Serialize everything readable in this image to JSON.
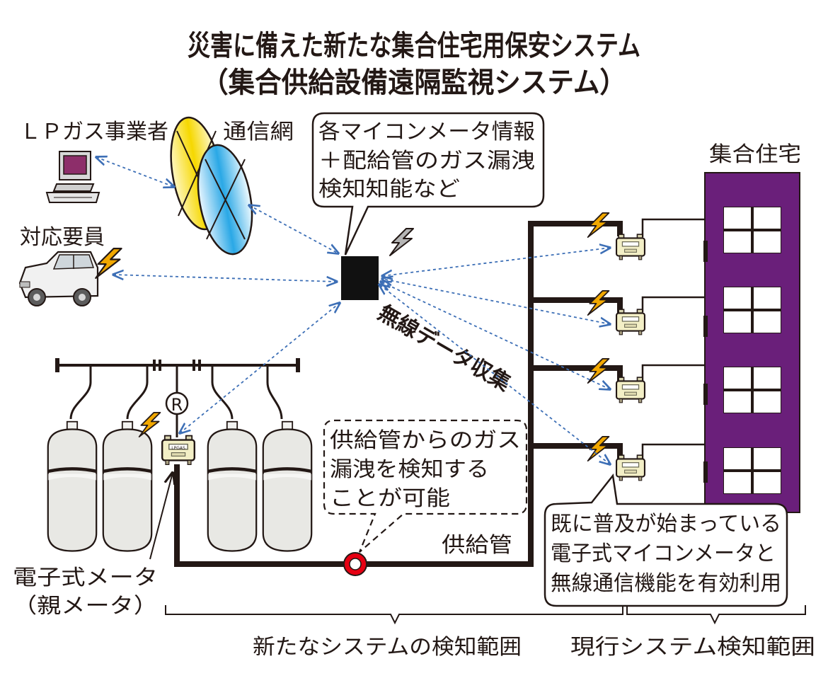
{
  "title": {
    "line1": "災害に備えた新たな集合住宅用保安システム",
    "line2": "（集合供給設備遠隔監視システム）"
  },
  "labels": {
    "lp_operator": "ＬＰガス事業者",
    "network": "通信網",
    "responder": "対応要員",
    "apartment": "集合住宅",
    "wireless": "無線データ収集",
    "supply_pipe": "供給管",
    "parent_meter": [
      "電子式メータ",
      "（親メータ）"
    ],
    "regulator": "R",
    "range_new": "新たなシステムの検知範囲",
    "range_current": "現行システム検知範囲"
  },
  "callouts": {
    "meter_info": [
      "各マイコンメータ情報",
      "＋配給管のガス漏洩",
      "検知知能など"
    ],
    "leak": [
      "供給管からのガス",
      "漏洩を検知する",
      "ことが可能"
    ],
    "reuse": [
      "既に普及が始まっている",
      "電子式マイコンメータと",
      "無線通信機能を有効利用"
    ]
  },
  "meter_face_text": "LPGAS",
  "colors": {
    "building": "#6a1f7a",
    "arrow": "#3d6fb6",
    "lightning": "#f2a800",
    "tank": "#e8e8e4",
    "meter": "#f3efc6",
    "leak_ring": "#e60012"
  }
}
